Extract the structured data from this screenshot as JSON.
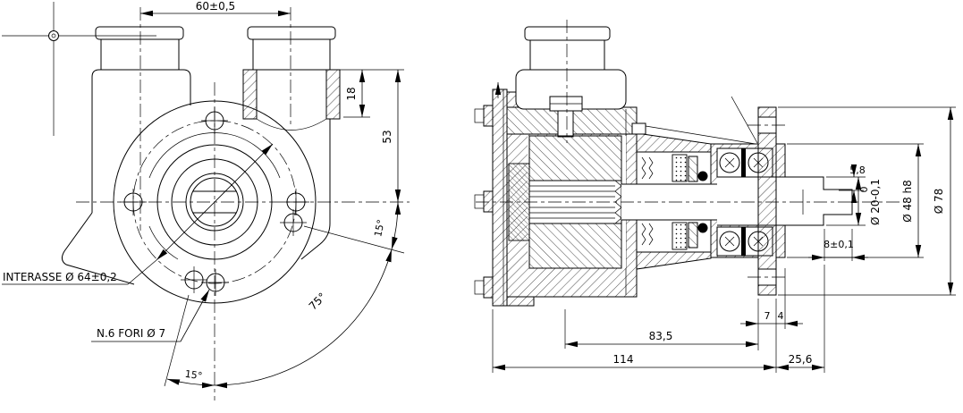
{
  "drawing": {
    "front": {
      "port_spacing": "60±0,5",
      "insert_depth": "18",
      "port_height": "53",
      "angle_right": "15°",
      "angle_sweep": "75°",
      "angle_bottom": "15°",
      "interasse_label": "INTERASSE Ø 64±0,2",
      "holes_label": "N.6 FORI Ø 7"
    },
    "section": {
      "slot_depth": "5,8",
      "shaft_tol_upper": "0",
      "shaft_dia": "Ø 20-0,1",
      "hub_dia": "Ø 48 h8",
      "flange_dia": "Ø 78",
      "groove_len": "8±0,1",
      "flange_thk": "7",
      "spigot_thk": "4",
      "body_len": "83,5",
      "total_len": "114",
      "shaft_ext": "25,6"
    }
  }
}
